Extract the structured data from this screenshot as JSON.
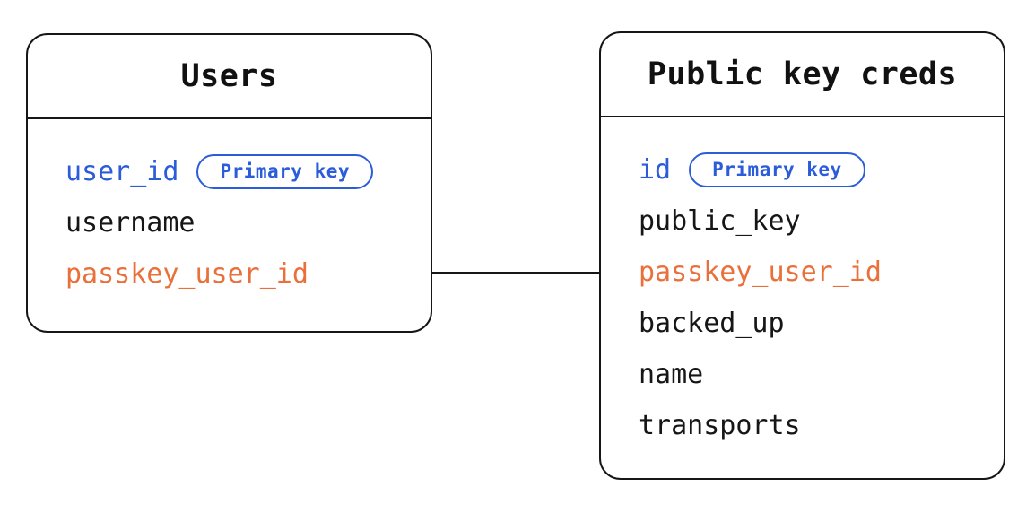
{
  "diagram": {
    "type": "entity-relationship",
    "colors": {
      "primary_key": "#2b5cd9",
      "foreign_key": "#ea703b",
      "default_text": "#161616",
      "border": "#161616",
      "background": "#ffffff"
    },
    "badge_label": "Primary key",
    "tables": [
      {
        "title": "Users",
        "fields": [
          {
            "name": "user_id",
            "role": "primary_key",
            "badge": "Primary key"
          },
          {
            "name": "username",
            "role": "default"
          },
          {
            "name": "passkey_user_id",
            "role": "foreign_key"
          }
        ]
      },
      {
        "title": "Public key creds",
        "fields": [
          {
            "name": "id",
            "role": "primary_key",
            "badge": "Primary key"
          },
          {
            "name": "public_key",
            "role": "default"
          },
          {
            "name": "passkey_user_id",
            "role": "foreign_key"
          },
          {
            "name": "backed_up",
            "role": "default"
          },
          {
            "name": "name",
            "role": "default"
          },
          {
            "name": "transports",
            "role": "default"
          }
        ]
      }
    ],
    "relationship": {
      "from_table": "Users",
      "from_field": "passkey_user_id",
      "to_table": "Public key creds",
      "to_field": "passkey_user_id",
      "style": "plain-line"
    }
  }
}
